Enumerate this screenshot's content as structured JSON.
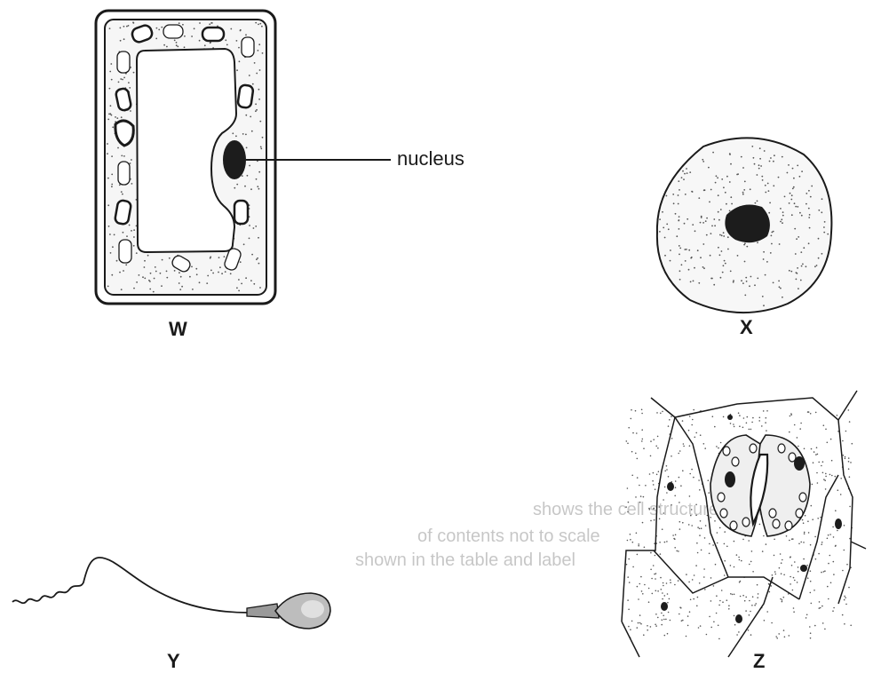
{
  "labels": {
    "w": "W",
    "x": "X",
    "y": "Y",
    "z": "Z",
    "nucleus": "nucleus"
  },
  "ghost_text": {
    "line1": "shows the cell structures of a",
    "line2": "of contents not to scale",
    "line3": "shown in the table and label"
  },
  "colors": {
    "ink": "#1a1a1a",
    "stipple": "#555555",
    "nucleus_fill": "#1c1c1c",
    "sperm_fill": "#bdbdbd"
  }
}
